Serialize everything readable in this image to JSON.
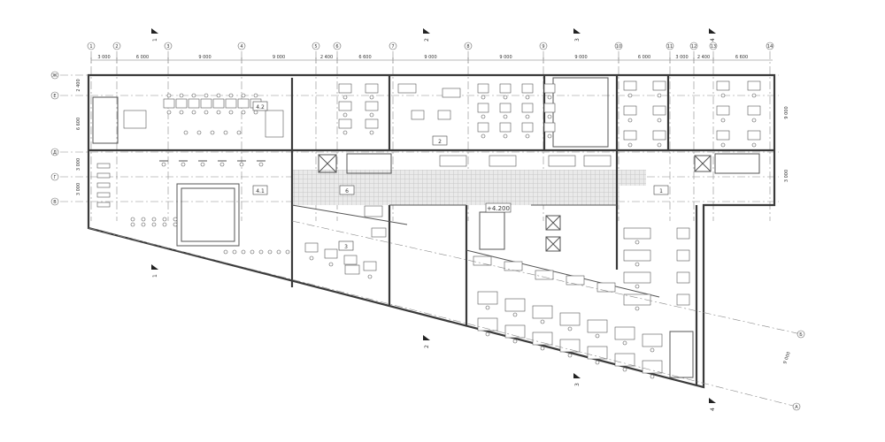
{
  "column_axes": [
    "1",
    "2",
    "3",
    "4",
    "5",
    "6",
    "7",
    "8",
    "9",
    "10",
    "11",
    "12",
    "13",
    "14"
  ],
  "column_spacings": [
    "3 000",
    "6 000",
    "9 000",
    "9 000",
    "2 400",
    "6 600",
    "9 000",
    "9 000",
    "9 000",
    "6 000",
    "3 000",
    "2 400",
    "6 600"
  ],
  "row_axes": [
    "Ж",
    "Е",
    "Д",
    "Г",
    "В"
  ],
  "row_spacings_left": [
    "2 400",
    "6 600",
    "3 000",
    "3 000"
  ],
  "row_spacings_right": [
    "9 000",
    "3 000"
  ],
  "room_labels": [
    "4.2",
    "4.1",
    "6",
    "2",
    "1",
    "3"
  ],
  "level_mark": "+4.200",
  "section_marks": [
    "1",
    "2",
    "3",
    "4"
  ],
  "right_axis_label": "Б",
  "right_axis_label_bottom": "А",
  "right_dim": "9 000",
  "colors": {
    "wall": "#3a3a3a",
    "corridor": "#d9d9d9",
    "axis": "#8a8a8a"
  }
}
